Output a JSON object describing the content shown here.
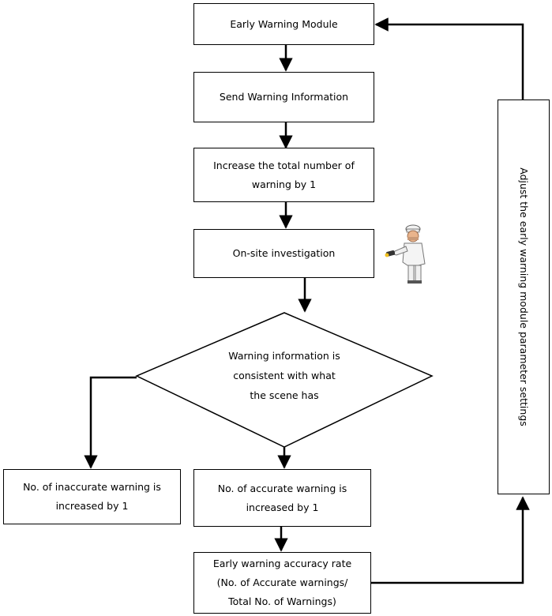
{
  "steps": {
    "early_warning_module": "Early Warning Module",
    "send_warning_information": "Send Warning Information",
    "increase_total_line1": "Increase the total number of",
    "increase_total_line2": "warning by 1",
    "onsite_investigation": "On-site investigation",
    "decision_line1": "Warning information is",
    "decision_line2": "consistent with what",
    "decision_line3": "the scene has",
    "inaccurate_line1": "No. of inaccurate warning is",
    "inaccurate_line2": "increased by 1",
    "accurate_line1": "No. of accurate warning is",
    "accurate_line2": "increased by 1",
    "rate_line1": "Early warning accuracy rate",
    "rate_line2": "(No. of Accurate warnings/",
    "rate_line3": "Total No. of Warnings)",
    "adjust_settings": "Adjust the early warning module parameter settings"
  },
  "icons": {
    "investigator": "investigator-with-flashlight-icon"
  }
}
